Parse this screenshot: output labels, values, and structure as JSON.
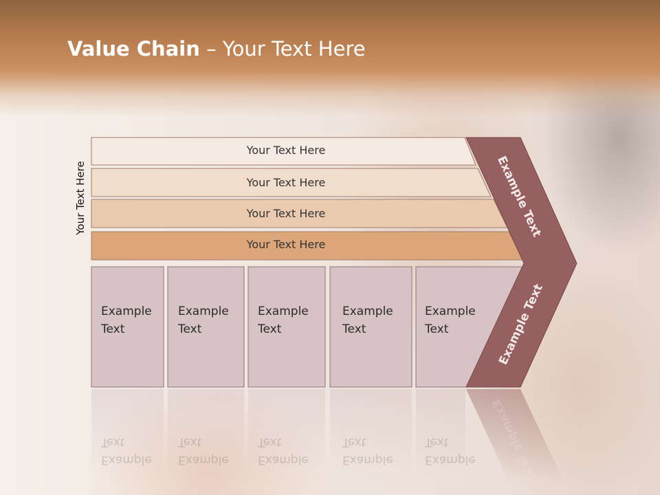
{
  "title": {
    "bold": "Value Chain",
    "rest": " – Your Text Here"
  },
  "side_label": "Your Text Here",
  "support_bars": [
    "Your Text Here",
    "Your Text Here",
    "Your Text Here",
    "Your Text Here"
  ],
  "primary_boxes": [
    {
      "line1": "Example",
      "line2": "Text"
    },
    {
      "line1": "Example",
      "line2": "Text"
    },
    {
      "line1": "Example",
      "line2": "Text"
    },
    {
      "line1": "Example",
      "line2": "Text"
    },
    {
      "line1": "Example",
      "line2": "Text"
    }
  ],
  "margin_upper": "Example Text",
  "margin_lower": "Example Text",
  "colors": {
    "header": "#c08656",
    "bar_1": "#f6ebe3",
    "bar_2": "#f1ddcc",
    "bar_3": "#ebcbb0",
    "bar_4": "#dca67a",
    "box_fill": "#d7c3c6",
    "chevron": "#965f60"
  }
}
